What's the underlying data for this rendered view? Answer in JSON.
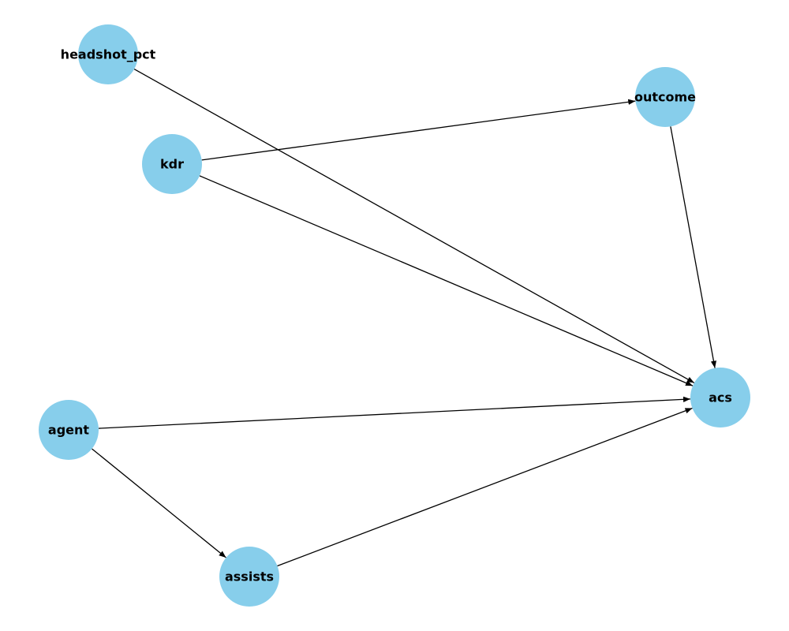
{
  "diagram": {
    "type": "directed-graph",
    "colors": {
      "node_fill": "#87ceeb",
      "edge": "#000000",
      "label": "#000000",
      "background": "#ffffff"
    },
    "nodes": [
      {
        "id": "headshot_pct",
        "label": "headshot_pct"
      },
      {
        "id": "kdr",
        "label": "kdr"
      },
      {
        "id": "outcome",
        "label": "outcome"
      },
      {
        "id": "acs",
        "label": "acs"
      },
      {
        "id": "agent",
        "label": "agent"
      },
      {
        "id": "assists",
        "label": "assists"
      }
    ],
    "edges": [
      {
        "from": "headshot_pct",
        "to": "acs"
      },
      {
        "from": "kdr",
        "to": "outcome"
      },
      {
        "from": "kdr",
        "to": "acs"
      },
      {
        "from": "outcome",
        "to": "acs"
      },
      {
        "from": "agent",
        "to": "acs"
      },
      {
        "from": "agent",
        "to": "assists"
      },
      {
        "from": "assists",
        "to": "acs"
      }
    ]
  }
}
